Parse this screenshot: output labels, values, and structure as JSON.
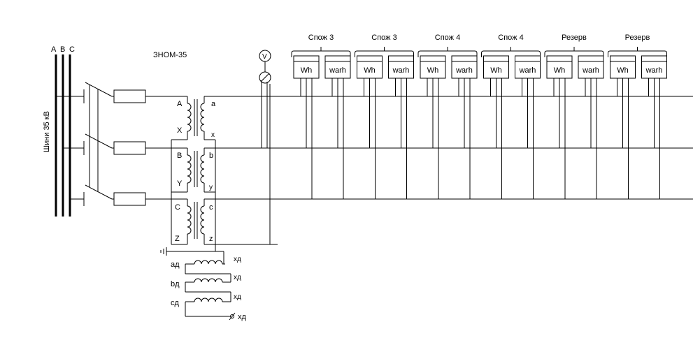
{
  "title": "ЗНОМ-35",
  "bus": {
    "label": "Шини 35 кВ",
    "phases": [
      "A",
      "B",
      "C"
    ]
  },
  "primary_windings": [
    {
      "start": "A",
      "end": "X"
    },
    {
      "start": "B",
      "end": "Y"
    },
    {
      "start": "C",
      "end": "Z"
    }
  ],
  "secondary_windings": [
    {
      "start": "a",
      "end": "x"
    },
    {
      "start": "b",
      "end": "y"
    },
    {
      "start": "c",
      "end": "z"
    }
  ],
  "delta_windings": [
    {
      "start": "aд",
      "end": "xд"
    },
    {
      "start": "bд",
      "end": "xд"
    },
    {
      "start": "cд",
      "end": "xд"
    }
  ],
  "delta_terminal": "хд",
  "voltmeter_symbol": "V",
  "meter_groups": [
    {
      "name": "Спож 3",
      "meters": [
        "Wh",
        "warh"
      ]
    },
    {
      "name": "Спож 3",
      "meters": [
        "Wh",
        "warh"
      ]
    },
    {
      "name": "Спож 4",
      "meters": [
        "Wh",
        "warh"
      ]
    },
    {
      "name": "Спож 4",
      "meters": [
        "Wh",
        "warh"
      ]
    },
    {
      "name": "Резерв",
      "meters": [
        "Wh",
        "warh"
      ]
    },
    {
      "name": "Резерв",
      "meters": [
        "Wh",
        "warh"
      ]
    }
  ]
}
